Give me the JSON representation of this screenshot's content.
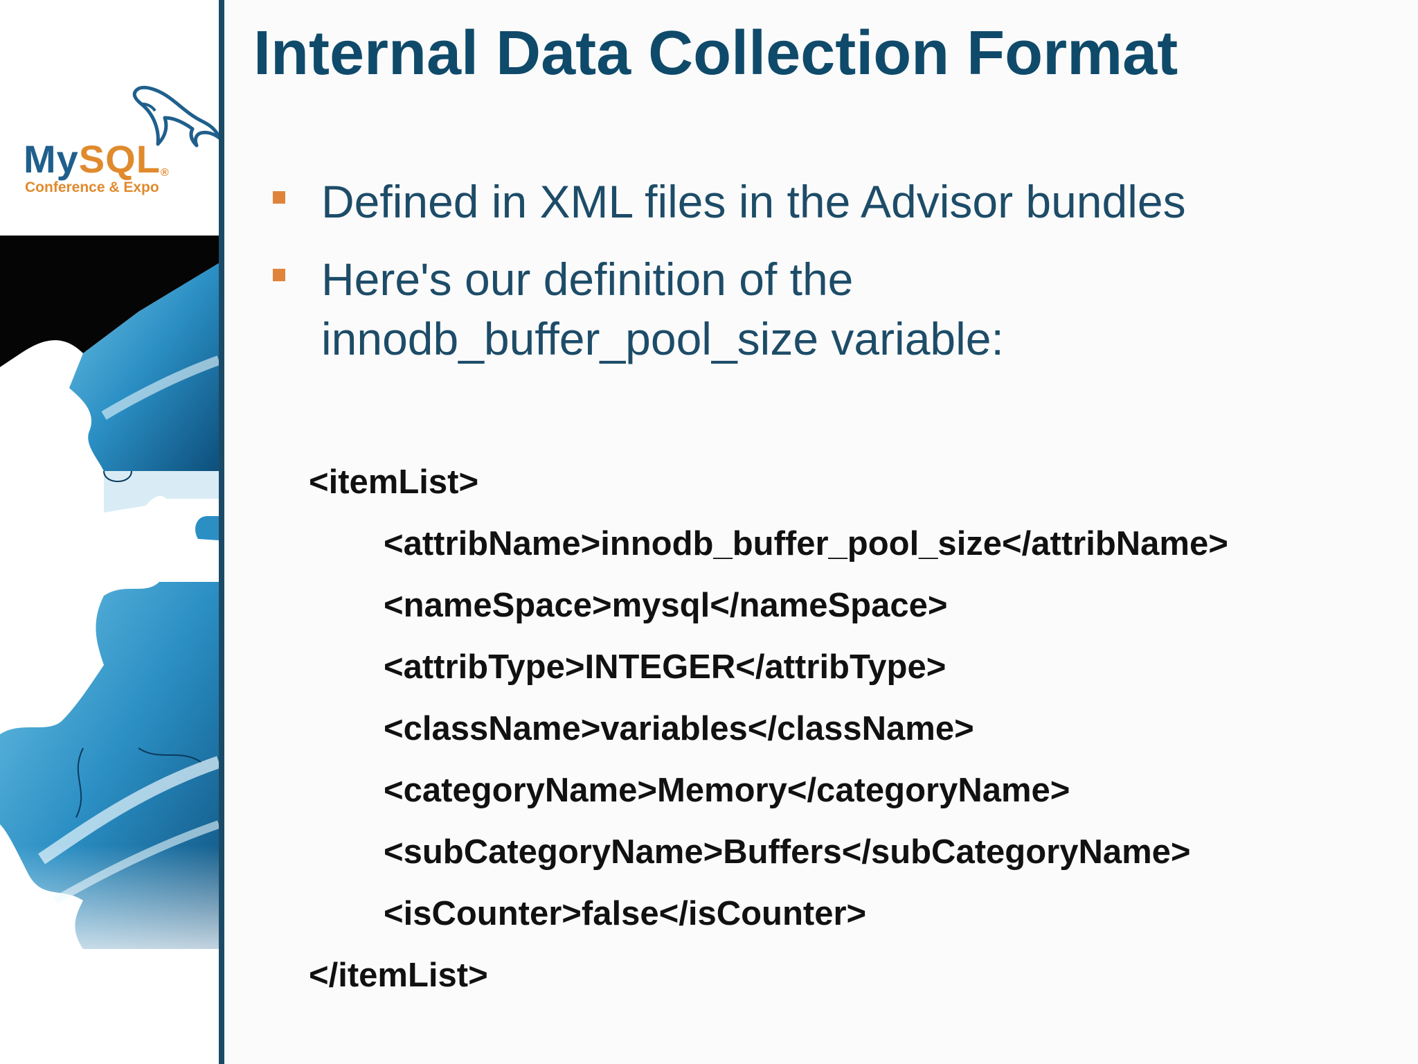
{
  "slide": {
    "title": "Internal Data Collection Format",
    "bullets": [
      {
        "lines": [
          "Defined in XML files in the Advisor bundles"
        ]
      },
      {
        "lines": [
          "Here's our definition of the",
          "innodb_buffer_pool_size variable:"
        ]
      }
    ],
    "code": {
      "lines": [
        {
          "text": "<itemList>",
          "indent": 0
        },
        {
          "text": "<attribName>innodb_buffer_pool_size</attribName>",
          "indent": 1
        },
        {
          "text": "<nameSpace>mysql</nameSpace>",
          "indent": 1
        },
        {
          "text": "<attribType>INTEGER</attribType>",
          "indent": 1
        },
        {
          "text": "<className>variables</className>",
          "indent": 1
        },
        {
          "text": "<categoryName>Memory</categoryName>",
          "indent": 1
        },
        {
          "text": "<subCategoryName>Buffers</subCategoryName>",
          "indent": 1
        },
        {
          "text": "<isCounter>false</isCounter>",
          "indent": 1
        },
        {
          "text": "</itemList>",
          "indent": 0
        }
      ]
    }
  },
  "logo": {
    "word_part1": "My",
    "word_part2": "SQL",
    "registered": "®",
    "subtitle": "Conference & Expo",
    "icon": "dolphin-icon"
  },
  "sidebar_image": {
    "icon": "puzzle-earth-image"
  },
  "colors": {
    "title": "#0f4a6a",
    "bullet_text": "#1d4c68",
    "bullet_marker": "#e0843c",
    "logo_blue": "#1f5f8c",
    "logo_orange": "#e08a2e",
    "divider": "#1b4a66",
    "code_text": "#111111"
  }
}
